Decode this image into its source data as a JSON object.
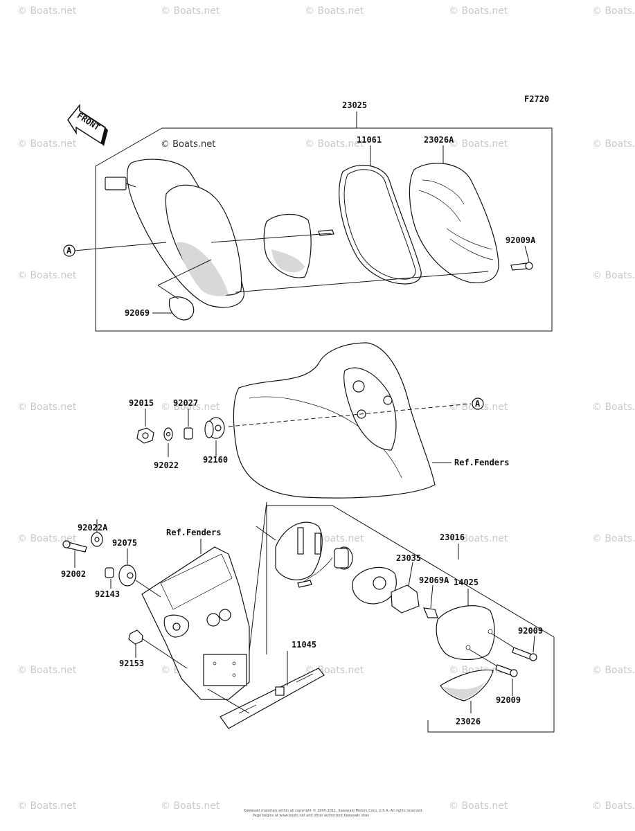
{
  "figure_code": "F2720",
  "watermark_text": "© Boats.net",
  "copyright_text": "© Boats.net",
  "front_label": "FRONT",
  "ref_marker": "A",
  "footer_line1": "Kawasaki materials within all copyright © 1995-2011. Kawasaki Motors Corp. U.S.A. All rights reserved.",
  "footer_line2": "Page begins at www.boats.net and other authorized Kawasaki sites",
  "labels": {
    "p23025": "23025",
    "p11061": "11061",
    "p23026A": "23026A",
    "p92009A": "92009A",
    "p92069": "92069",
    "p92015": "92015",
    "p92027": "92027",
    "p92022": "92022",
    "p92160": "92160",
    "ref_fenders_1": "Ref.Fenders",
    "p92022A": "92022A",
    "p92075": "92075",
    "ref_fenders_2": "Ref.Fenders",
    "p92002": "92002",
    "p92143": "92143",
    "p92153": "92153",
    "p11045": "11045",
    "p23016": "23016",
    "p23035": "23035",
    "p92069A": "92069A",
    "p14025": "14025",
    "p92009_1": "92009",
    "p92009_2": "92009",
    "p23026": "23026"
  }
}
